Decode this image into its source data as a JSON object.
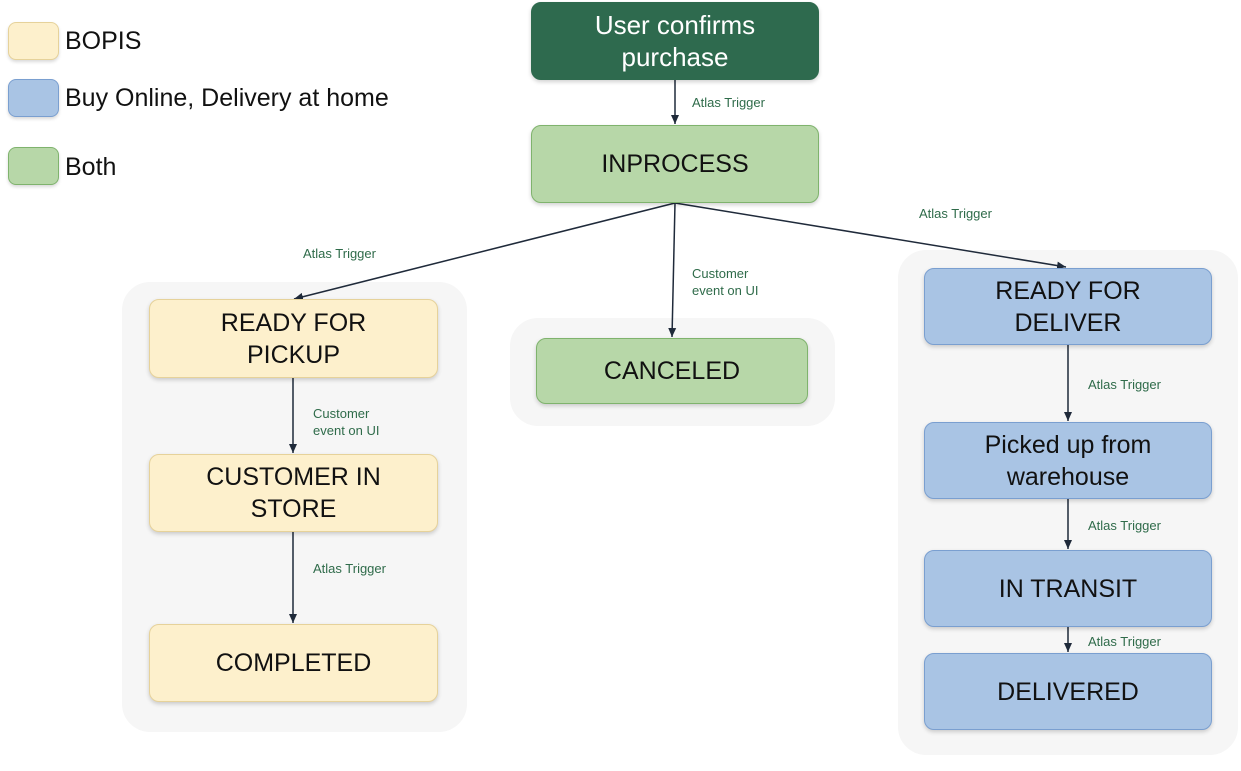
{
  "legend": [
    {
      "key": "bopis",
      "label": "BOPIS",
      "fill": "#fdf0cc",
      "stroke": "#e6d29a"
    },
    {
      "key": "delivery",
      "label": "Buy Online, Delivery at home",
      "fill": "#a9c4e4",
      "stroke": "#7a9fd0"
    },
    {
      "key": "both",
      "label": "Both",
      "fill": "#b7d7a8",
      "stroke": "#7fb36d"
    }
  ],
  "nodes": {
    "start": {
      "label": "User confirms\npurchase",
      "fill": "#2e6a4e",
      "stroke": "#2e6a4e"
    },
    "inprocess": {
      "label": "INPROCESS",
      "category": "both"
    },
    "ready_pickup": {
      "label": "READY FOR\nPICKUP",
      "category": "bopis"
    },
    "customer_in_store": {
      "label": "CUSTOMER IN\nSTORE",
      "category": "bopis"
    },
    "completed": {
      "label": "COMPLETED",
      "category": "bopis"
    },
    "canceled": {
      "label": "CANCELED",
      "category": "both"
    },
    "ready_deliver": {
      "label": "READY FOR\nDELIVER",
      "category": "delivery"
    },
    "picked_up": {
      "label": "Picked up from\nwarehouse",
      "category": "delivery"
    },
    "in_transit": {
      "label": "IN TRANSIT",
      "category": "delivery"
    },
    "delivered": {
      "label": "DELIVERED",
      "category": "delivery"
    }
  },
  "edges": [
    {
      "from": "start",
      "to": "inprocess",
      "label": "Atlas Trigger"
    },
    {
      "from": "inprocess",
      "to": "ready_pickup",
      "label": "Atlas Trigger"
    },
    {
      "from": "inprocess",
      "to": "canceled",
      "label": "Customer\nevent on UI"
    },
    {
      "from": "inprocess",
      "to": "ready_deliver",
      "label": "Atlas Trigger"
    },
    {
      "from": "ready_pickup",
      "to": "customer_in_store",
      "label": "Customer\nevent on UI"
    },
    {
      "from": "customer_in_store",
      "to": "completed",
      "label": "Atlas Trigger"
    },
    {
      "from": "ready_deliver",
      "to": "picked_up",
      "label": "Atlas Trigger"
    },
    {
      "from": "picked_up",
      "to": "in_transit",
      "label": "Atlas Trigger"
    },
    {
      "from": "in_transit",
      "to": "delivered",
      "label": "Atlas Trigger"
    }
  ],
  "colors": {
    "edge": "#1f2a3a",
    "edge_label": "#2f6b4a"
  }
}
